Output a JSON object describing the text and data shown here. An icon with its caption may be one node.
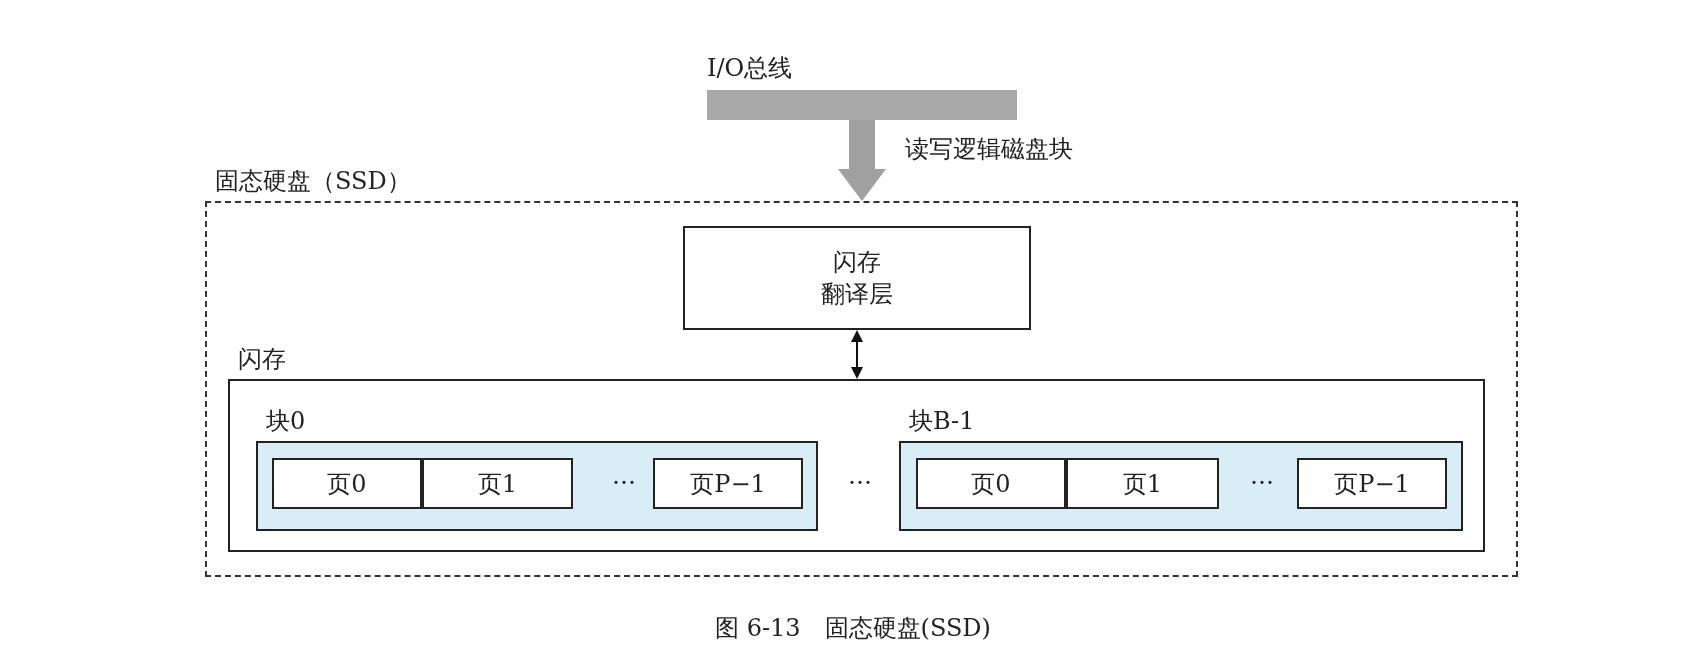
{
  "diagram": {
    "caption": "图 6-13　固态硬盘(SSD)",
    "nodes": [
      {
        "text": [
          "I/O总线"
        ]
      },
      {
        "text": [
          "固态硬盘（SSD）"
        ]
      },
      {
        "text": [
          "闪存",
          "翻译层"
        ],
        "in": 1
      },
      {
        "text": [
          "闪存"
        ],
        "in": 1
      },
      {
        "text": [
          "块0"
        ],
        "in": 3
      },
      {
        "text": [
          "页0"
        ],
        "in": 4
      },
      {
        "text": [
          "页1"
        ],
        "in": 4
      },
      {
        "text": [
          "页P−1"
        ],
        "in": 4
      },
      {
        "text": [
          "块B-1"
        ],
        "in": 3
      },
      {
        "text": [
          "页0"
        ],
        "in": 8
      },
      {
        "text": [
          "页1"
        ],
        "in": 8
      },
      {
        "text": [
          "页P−1"
        ],
        "in": 8
      }
    ],
    "edges": [
      {
        "from": 0,
        "to": 1,
        "arrow": "to",
        "label": "读写逻辑磁盘块",
        "style": "thick",
        "color": "#a0a0a0"
      },
      {
        "from": 2,
        "to": 3,
        "arrow": "both",
        "color": "#111111"
      }
    ],
    "labels": [
      "…",
      "…",
      "…"
    ]
  }
}
